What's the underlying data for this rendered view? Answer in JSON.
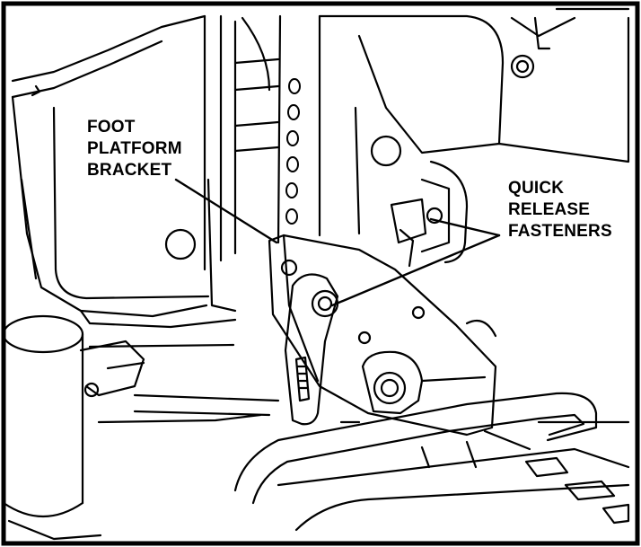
{
  "diagram": {
    "callouts": [
      {
        "id": "foot-platform-bracket",
        "lines": [
          "FOOT",
          "PLATFORM",
          "BRACKET"
        ]
      },
      {
        "id": "quick-release-fasteners",
        "lines": [
          "QUICK",
          "RELEASE",
          "FASTENERS"
        ]
      }
    ],
    "colors": {
      "line": "#000000",
      "fill": "#ffffff"
    }
  }
}
